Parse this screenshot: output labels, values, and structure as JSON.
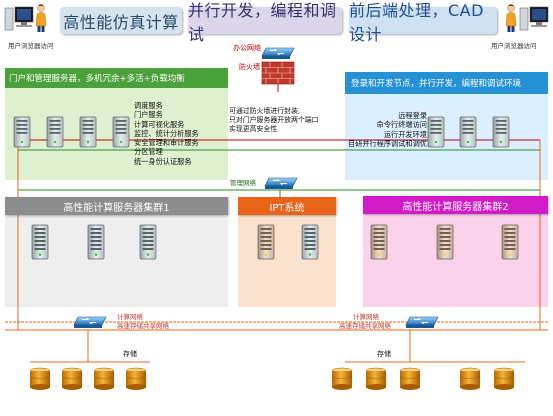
{
  "header": {
    "left_title": "高性能仿真计算",
    "center_title": "并行开发，编程和调试",
    "right_title": "前后端处理，CAD设计"
  },
  "users": {
    "left_caption": "用户浏览器访问",
    "right_caption": "用户浏览器访问"
  },
  "network": {
    "office_network": "办公网络",
    "firewall": "防火墙",
    "firewall_note": [
      "可通过防火墙进行封装,",
      "只对门户服务器开放两个端口",
      "实现更高安全性"
    ],
    "management_network": "管理网络",
    "compute_network": "计算网络",
    "storage_network": "高速存储共享网络"
  },
  "portal": {
    "title": "门户和管理服务器，多机冗余+多活+负载均衡",
    "services": [
      "调度服务",
      "门户服务",
      "计算可视化服务",
      "监控、统计分析服务",
      "安全管理和审计服务",
      "分区管理",
      "统一身份认证服务"
    ]
  },
  "login": {
    "title": "登录和开发节点，并行开发，编程和调试环境",
    "services": [
      "远程登录",
      "命令行终端访问",
      "运行开发环境",
      "自研并行程序调试和调优"
    ]
  },
  "clusters": {
    "cluster1": "高性能计算服务器集群1",
    "ipt": "IPT系统",
    "cluster2": "高性能计算服务器集群2"
  },
  "storage": {
    "left_label": "存储",
    "right_label": "存储"
  },
  "colors": {
    "header_left_bg": "#d5e3ee",
    "header_center_bg": "#dcd6ea",
    "header_right_bg": "#cfe0f3",
    "portal_bg": "#dff0d0",
    "portal_title_bg": "#4aa13a",
    "login_bg": "#dcefff",
    "login_title_bg": "#2592d6",
    "cluster1_bar": "#8d8d8d",
    "ipt_bar": "#e8641b",
    "cluster2_bar": "#d21ac9",
    "cluster2_bg": "#fad2ec"
  }
}
